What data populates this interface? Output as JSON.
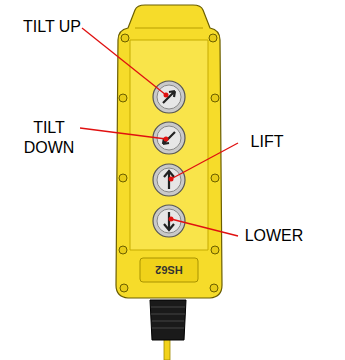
{
  "diagram": {
    "labels": [
      "TILT UP",
      "TILT DOWN",
      "LIFT",
      "LOWER",
      "HS62"
    ]
  }
}
